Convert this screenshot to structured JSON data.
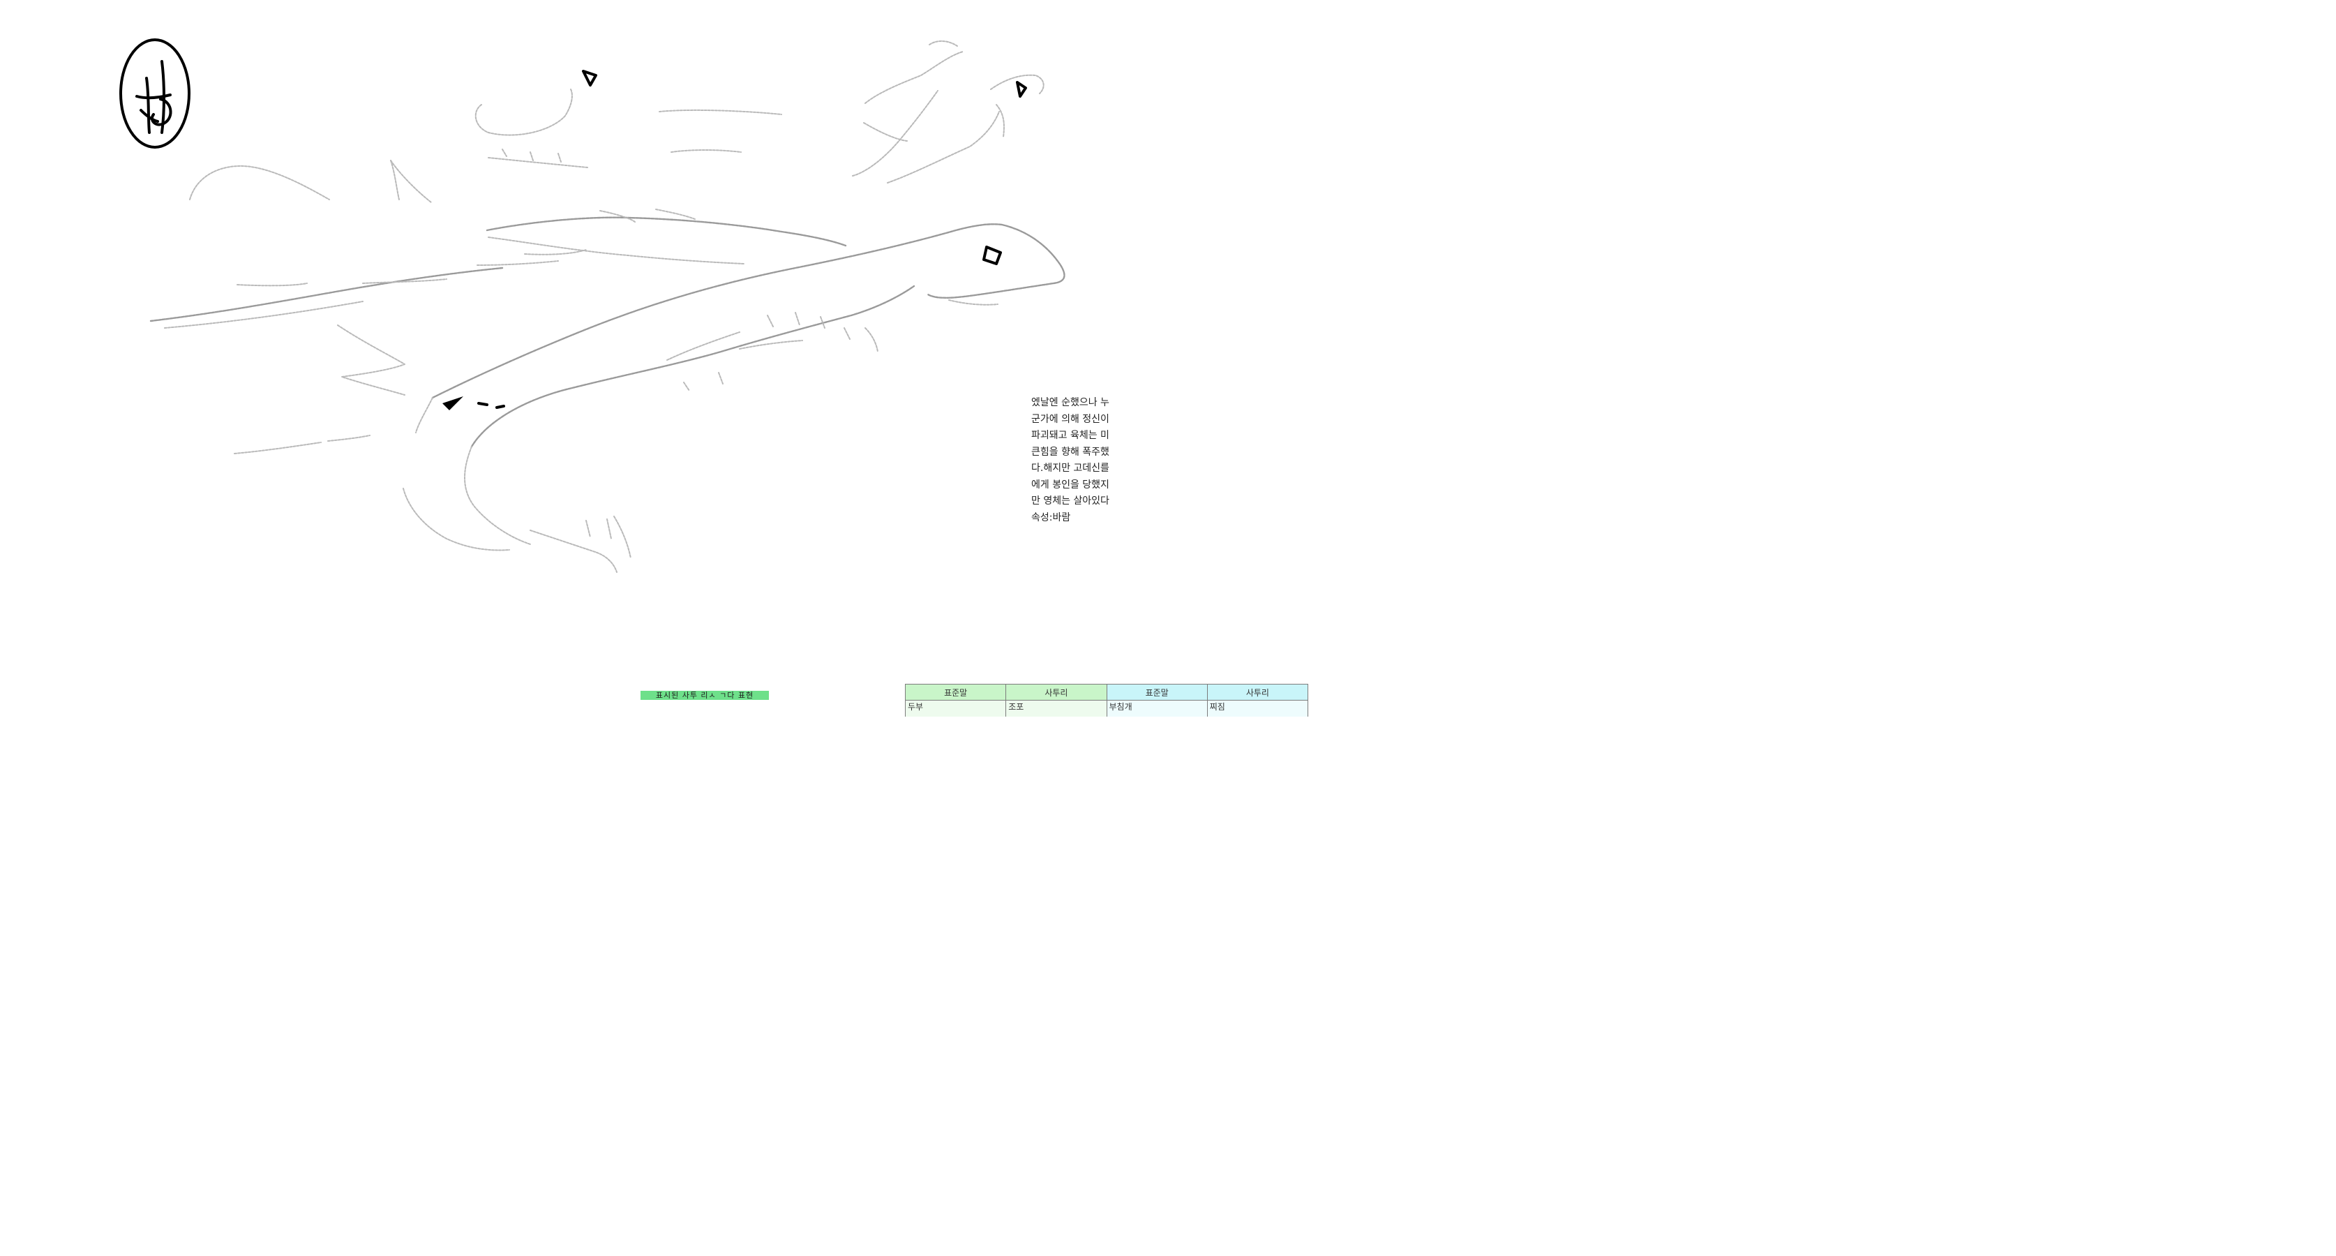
{
  "description": {
    "lines": [
      "엤날엔 순했으나 누",
      "군가에 의해 정신이",
      "파괴돼고 육체는 미",
      "큰힘을 향해 폭주했",
      "다.해지만 고데신를",
      "에게 봉인을 당했지",
      "만 영체는 살아있다",
      "속성:바람"
    ]
  },
  "caption": {
    "text": "표시된 사투 리ㅅ ㄱ다 표현"
  },
  "vocab_table": {
    "headers": [
      "표준말",
      "사투리",
      "표준말",
      "사투리"
    ],
    "rows": [
      [
        "두부",
        "조포",
        "부침개",
        "찌짐"
      ]
    ]
  },
  "colors": {
    "caption_highlight": "#6ee08a",
    "header_green": "#c9f5c9",
    "header_cyan": "#c9f5f9",
    "cell_green": "#eefbee",
    "cell_cyan": "#eefcfd",
    "sketch_ink": "#9a9a9a",
    "signature_ink": "#000000"
  },
  "icons": {
    "signature": "signature-seal-icon",
    "illustration": "wind-dragon-sketch"
  }
}
